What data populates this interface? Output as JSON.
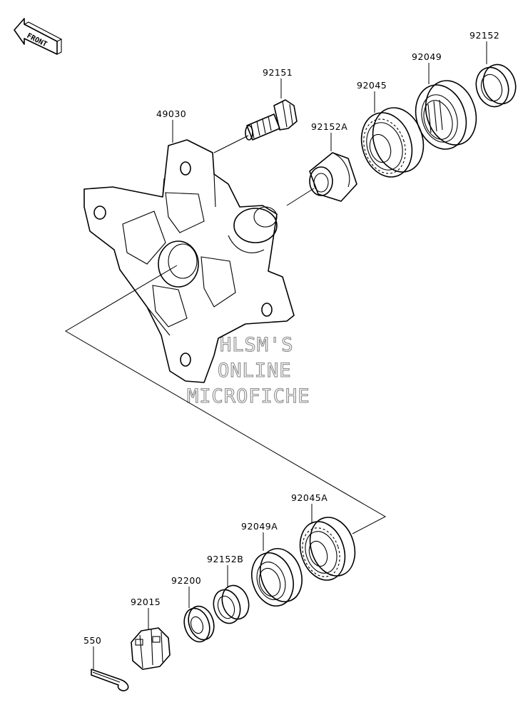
{
  "front_arrow": {
    "label": "FRONT"
  },
  "parts": {
    "p92151": "92151",
    "p49030": "49030",
    "p92045": "92045",
    "p92049": "92049",
    "p92152": "92152",
    "p92152A": "92152A",
    "p92045A": "92045A",
    "p92049A": "92049A",
    "p92152B": "92152B",
    "p92200": "92200",
    "p92015": "92015",
    "p550": "550"
  },
  "watermark": {
    "line1": "HLSM'S",
    "line2": "ONLINE",
    "line3": "MICROFICHE"
  }
}
